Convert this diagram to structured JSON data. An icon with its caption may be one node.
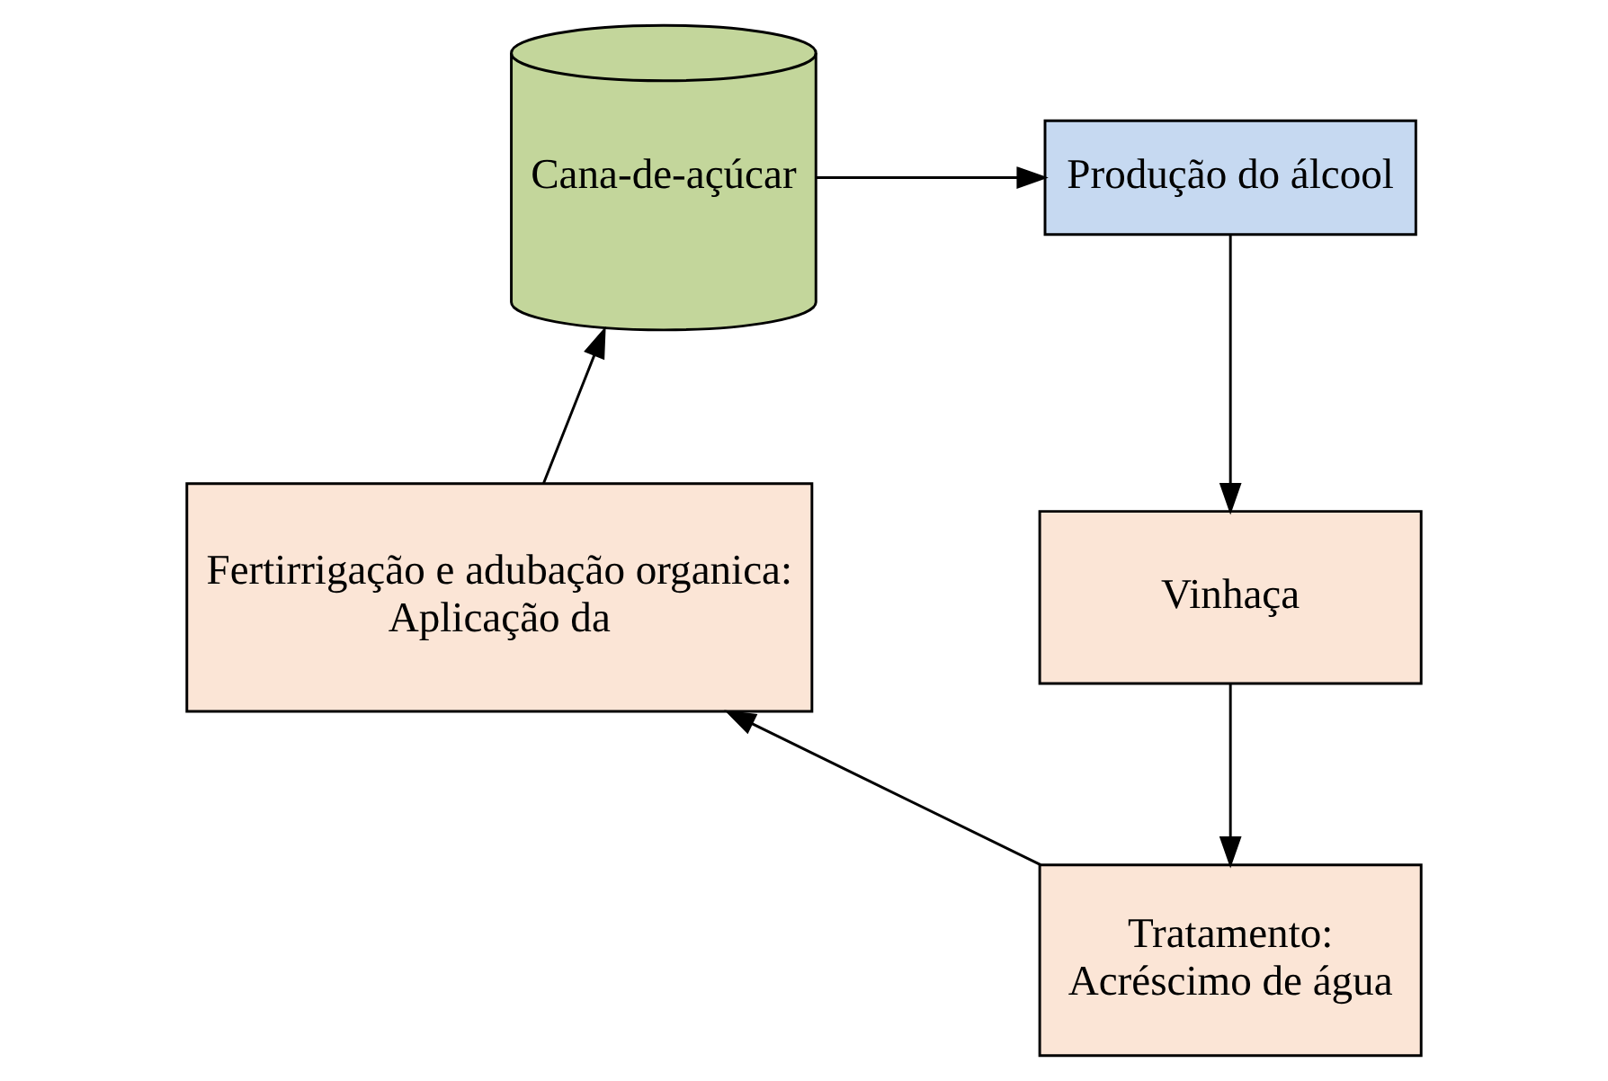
{
  "diagram": {
    "nodes": [
      {
        "text": [
          "Cana-de-açúcar"
        ]
      },
      {
        "text": [
          "Produção do álcool"
        ]
      },
      {
        "text": [
          "Vinhaça"
        ]
      },
      {
        "text": [
          "Tratamento:",
          "Acréscimo de água"
        ]
      },
      {
        "text": [
          "Fertirrigação e adubação organica:",
          "Aplicação da"
        ]
      }
    ],
    "edges": [
      {
        "from": 0,
        "to": 1,
        "arrow": "to"
      },
      {
        "from": 1,
        "to": 2,
        "arrow": "to"
      },
      {
        "from": 2,
        "to": 3,
        "arrow": "to"
      },
      {
        "from": 3,
        "to": 4,
        "arrow": "to"
      },
      {
        "from": 4,
        "to": 0,
        "arrow": "to"
      }
    ]
  }
}
